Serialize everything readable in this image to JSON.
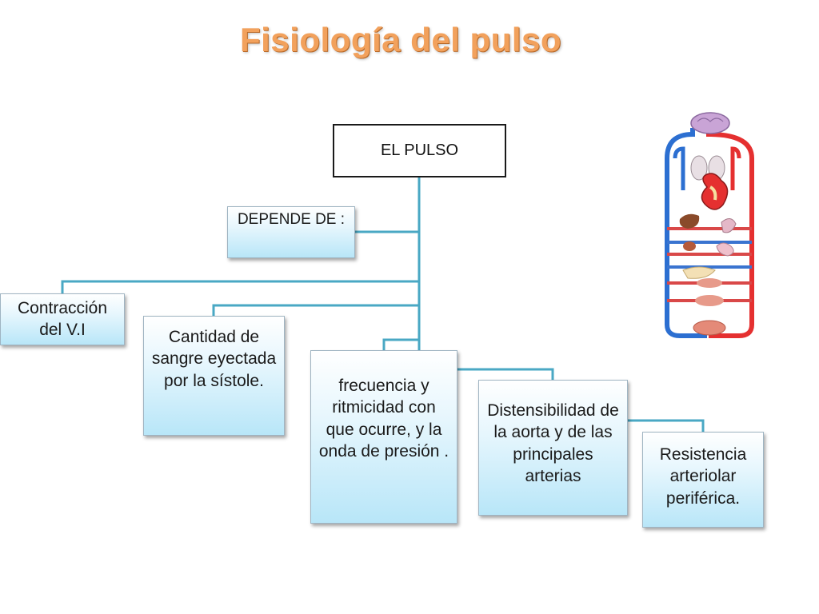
{
  "title": "Fisiología  del pulso",
  "diagram": {
    "root": "EL PULSO",
    "depends_label": "DEPENDE DE :",
    "nodes": [
      {
        "id": "contraccion",
        "text": "Contracción del  V.I"
      },
      {
        "id": "cantidad",
        "text": "Cantidad de sangre eyectada  por la sístole."
      },
      {
        "id": "frecuencia",
        "text": "frecuencia y ritmicidad con que ocurre, y la onda de presión ."
      },
      {
        "id": "distensibilidad",
        "text": "Distensibilidad de la aorta y de las principales arterias"
      },
      {
        "id": "resistencia",
        "text": "Resistencia arteriolar periférica."
      }
    ]
  },
  "colors": {
    "title": "#f2a15c",
    "connector": "#4aa8c4",
    "box_gradient_bottom": "#b8e6f8",
    "artery_red": "#e53030",
    "vein_blue": "#2c6fd1"
  },
  "illustration": {
    "icon": "circulatory-system-icon"
  }
}
